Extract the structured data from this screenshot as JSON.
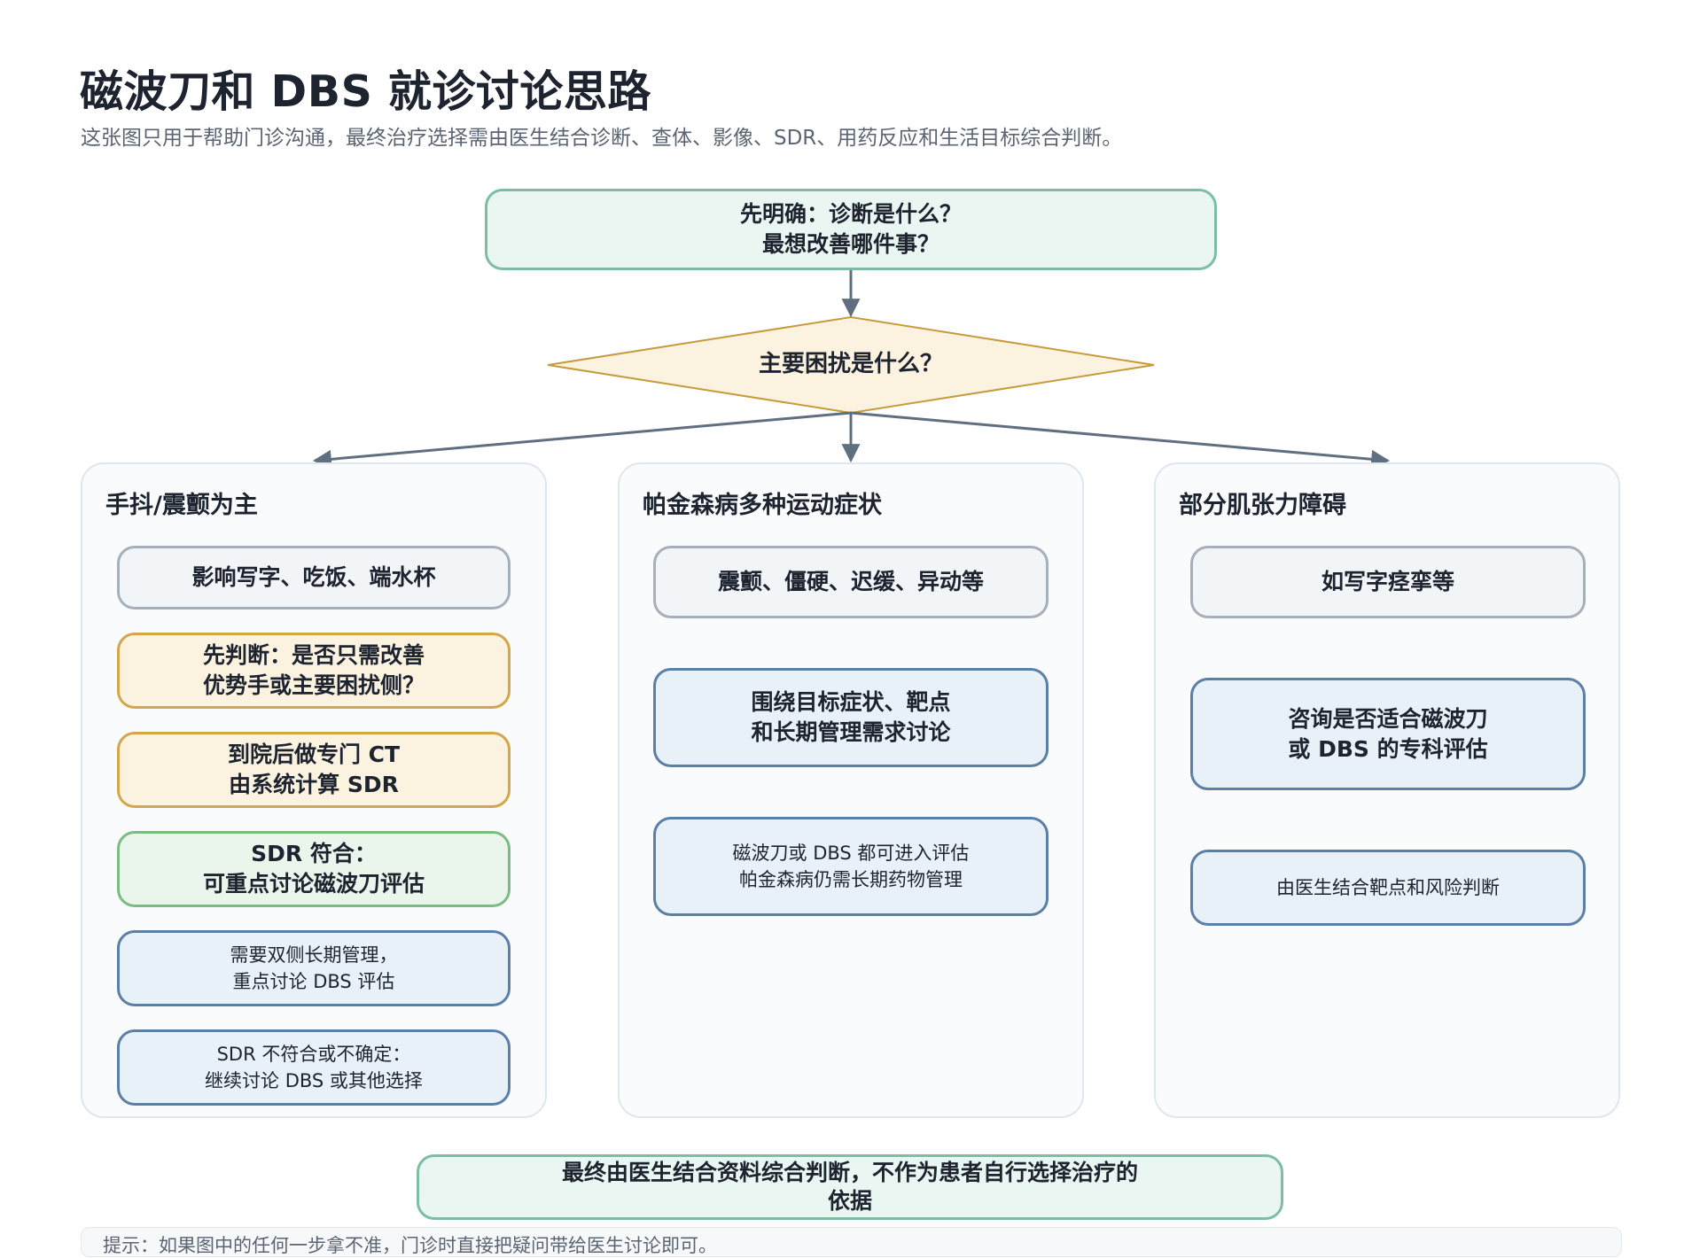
{
  "header": {
    "title": "磁波刀和 DBS 就诊讨论思路",
    "subtitle": "这张图只用于帮助门诊沟通，最终治疗选择需由医生结合诊断、查体、影像、SDR、用药反应和生活目标综合判断。"
  },
  "start_node": "先明确：诊断是什么？\n最想改善哪件事？",
  "decision_node": "主要困扰是什么？",
  "columns": [
    {
      "title": "手抖/震颤为主",
      "steps": [
        "影响写字、吃饭、端水杯",
        "先判断：是否只需改善\n优势手或主要困扰侧？",
        "到院后做专门 CT\n由系统计算 SDR",
        "SDR 符合：\n可重点讨论磁波刀评估",
        "需要双侧长期管理，\n重点讨论 DBS 评估",
        "SDR 不符合或不确定：\n继续讨论 DBS 或其他选择"
      ]
    },
    {
      "title": "帕金森病多种运动症状",
      "steps": [
        "震颤、僵硬、迟缓、异动等",
        "围绕目标症状、靶点\n和长期管理需求讨论",
        "磁波刀或 DBS 都可进入评估\n帕金森病仍需长期药物管理"
      ]
    },
    {
      "title": "部分肌张力障碍",
      "steps": [
        "如写字痉挛等",
        "咨询是否适合磁波刀\n或 DBS 的专科评估",
        "由医生结合靶点和风险判断"
      ]
    }
  ],
  "final_node": "最终由医生结合资料综合判断，不作为患者自行选择治疗的\n依据",
  "footer_note": "提示：如果图中的任何一步拿不准，门诊时直接把疑问带给医生讨论即可。",
  "colors": {
    "arrow": "#5f6f80",
    "diamond_fill": "#fbf3e0",
    "diamond_stroke": "#c79a3c"
  }
}
